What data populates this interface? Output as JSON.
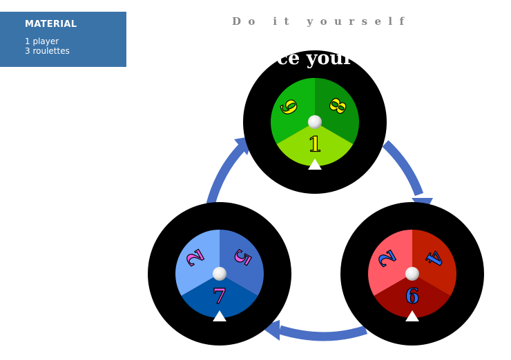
{
  "material": {
    "title": "MATERIAL",
    "items": [
      "1 player",
      "3 roulettes"
    ]
  },
  "header": {
    "title": "Do it yourself",
    "partial_heading": "ce your"
  },
  "roulettes": [
    {
      "name": "green",
      "numbers": [
        "6",
        "8",
        "1"
      ],
      "colors": [
        "#0fb50f",
        "#0a8f0a",
        "#8fdc00"
      ],
      "number_color": "#f2f200"
    },
    {
      "name": "red",
      "numbers": [
        "2",
        "4",
        "6"
      ],
      "colors": [
        "#ff5a66",
        "#c01e00",
        "#9a0800"
      ],
      "number_color": "#2d6ff2"
    },
    {
      "name": "blue",
      "numbers": [
        "2",
        "5",
        "7"
      ],
      "colors": [
        "#74abfa",
        "#3f6dc6",
        "#0056a8"
      ],
      "number_color": "#ee5be4"
    }
  ],
  "arrow_color": "#4a6fc4",
  "pointer_icon": "triangle-up",
  "hub_icon": "white-sphere"
}
